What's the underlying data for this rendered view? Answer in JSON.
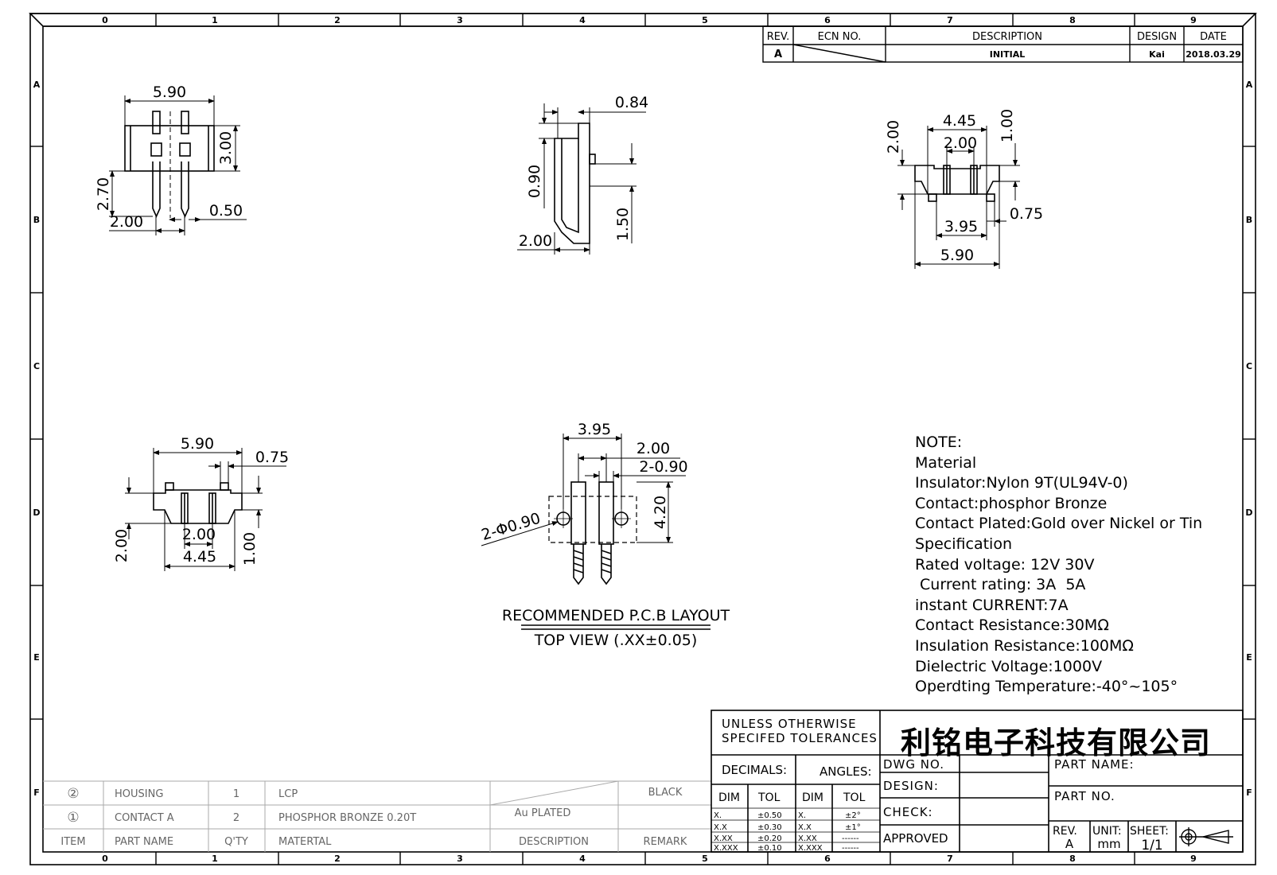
{
  "zones": {
    "columns": [
      "0",
      "1",
      "2",
      "3",
      "4",
      "5",
      "6",
      "7",
      "8",
      "9"
    ],
    "rows": [
      "A",
      "B",
      "C",
      "D",
      "E",
      "F"
    ]
  },
  "revision_block": {
    "headers": {
      "rev": "REV.",
      "ecn": "ECN NO.",
      "description": "DESCRIPTION",
      "design": "DESIGN",
      "date": "DATE"
    },
    "row": {
      "rev": "A",
      "description": "INITIAL",
      "design": "Kai",
      "date": "2018.03.29"
    }
  },
  "dimensions": {
    "front_view": {
      "width": "5.90",
      "height": "3.00",
      "pin_length": "2.70",
      "pitch": "2.00",
      "pin_width": "0.50"
    },
    "side_view": {
      "pin_thick": "0.84",
      "offset": "0.90",
      "body": "2.00",
      "boss": "1.50"
    },
    "top_right_view": {
      "width_inner": "4.45",
      "pitch": "2.00",
      "height": "2.00",
      "step": "1.00",
      "pin": "0.75",
      "pin_span": "3.95",
      "width": "5.90"
    },
    "bottom_left_view": {
      "width": "5.90",
      "pin": "0.75",
      "height": "2.00",
      "pitch": "2.00",
      "width_inner": "4.45",
      "step": "1.00"
    },
    "pcb_layout": {
      "span": "3.95",
      "pitch": "2.00",
      "slot": "2-0.90",
      "hole": "2-Φ0.90",
      "length": "4.20",
      "title": "RECOMMENDED P.C.B LAYOUT",
      "subtitle": "TOP VIEW (.XX±0.05)"
    }
  },
  "notes": [
    "NOTE:",
    "Material",
    "Insulator:Nylon 9T(UL94V-0)",
    "Contact:phosphor Bronze",
    "Contact Plated:Gold over Nickel or Tin",
    "Specification",
    "Rated voltage: 12V 30V",
    " Current rating: 3A  5A",
    "instant CURRENT:7A",
    "Contact Resistance:30MΩ",
    "Insulation Resistance:100MΩ",
    "Dielectric Voltage:1000V",
    "Operdting Temperature:-40°~105°"
  ],
  "bom": {
    "rows": [
      {
        "item": "②",
        "part_name": "HOUSING",
        "qty": "1",
        "material": "LCP",
        "description": "",
        "remark": "BLACK"
      },
      {
        "item": "①",
        "part_name": "CONTACT A",
        "qty": "2",
        "material": "PHOSPHOR BRONZE 0.20T",
        "description": "Au PLATED",
        "remark": ""
      }
    ],
    "headers": {
      "item": "ITEM",
      "part_name": "PART NAME",
      "qty": "Q'TY",
      "material": "MATERTAL",
      "description": "DESCRIPTION",
      "remark": "REMARK"
    }
  },
  "title_block": {
    "tolerance_note": [
      "UNLESS OTHERWISE",
      "SPECIFED TOLERANCES"
    ],
    "company": "利铭电子科技有限公司",
    "decimals_label": "DECIMALS:",
    "angles_label": "ANGLES:",
    "dim_label": "DIM",
    "tol_label": "TOL",
    "decimals": [
      [
        "X.",
        "±0.50"
      ],
      [
        "X.X",
        "±0.30"
      ],
      [
        "X.XX",
        "±0.20"
      ],
      [
        "X.XXX",
        "±0.10"
      ]
    ],
    "angles": [
      [
        "X.",
        "±2°"
      ],
      [
        "X.X",
        "±1°"
      ],
      [
        "X.XX",
        "------"
      ],
      [
        "X.XXX",
        "------"
      ]
    ],
    "dwg_no": "DWG NO.",
    "design": "DESIGN:",
    "check": "CHECK:",
    "approved": "APPROVED",
    "part_name": "PART NAME:",
    "part_no": "PART NO.",
    "rev_label": "REV.",
    "rev": "A",
    "unit_label": "UNIT:",
    "unit": "mm",
    "sheet_label": "SHEET:",
    "sheet": "1/1"
  }
}
